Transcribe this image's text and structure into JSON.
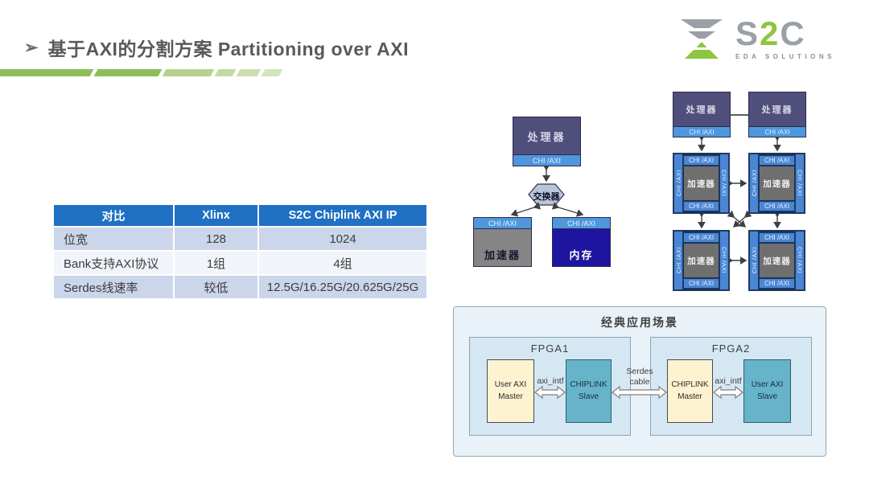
{
  "slide": {
    "bullet": "➢",
    "title": "基于AXI的分割方案 Partitioning over AXI"
  },
  "logo": {
    "s": "S",
    "two": "2",
    "c": "C",
    "subtitle": "EDA SOLUTIONS"
  },
  "comparison_table": {
    "headers": [
      "对比",
      "Xlinx",
      "S2C Chiplink AXI IP"
    ],
    "rows": [
      [
        "位宽",
        "128",
        "1024"
      ],
      [
        "Bank支持AXI协议",
        "1组",
        "4组"
      ],
      [
        "Serdes线速率",
        "较低",
        "12.5G/16.25G/20.625G/25G"
      ]
    ]
  },
  "soc_diagram": {
    "processor": "处理器",
    "chi_axi": "CHI /AXI",
    "switch": "交换器",
    "accelerator": "加速器",
    "memory": "内存"
  },
  "mesh_diagram": {
    "processor": "处理器",
    "chi_axi": "CHI /AXI",
    "accelerator": "加速器"
  },
  "app_diagram": {
    "title": "经典应用场景",
    "fpga1": "FPGA1",
    "fpga2": "FPGA2",
    "user_axi_master": "User AXI Master",
    "chiplink_slave": "CHIPLINK Slave",
    "chiplink_master": "CHIPLINK Master",
    "user_axi_slave": "User AXI Slave",
    "axi_intf": "axi_intf",
    "serdes_cable": "Serdes cable"
  },
  "colors": {
    "accent_green": "#8cbd5a",
    "accent_green_light": "#c3dba4",
    "logo_green": "#8dc63f",
    "logo_gray": "#9aa0a6",
    "table_header_blue": "#2070c4",
    "table_row_blue": "#ccd6ea",
    "chi_strip_blue": "#4e97dd",
    "mesh_bar_blue": "#4a86d4",
    "processor_body": "#504f7c",
    "accelerator_gray": "#858585",
    "memory_navy": "#1d15a0",
    "fpga_panel_blue": "#d6e7f4",
    "node_cream": "#fdf3d0",
    "node_teal": "#67b3c9"
  }
}
